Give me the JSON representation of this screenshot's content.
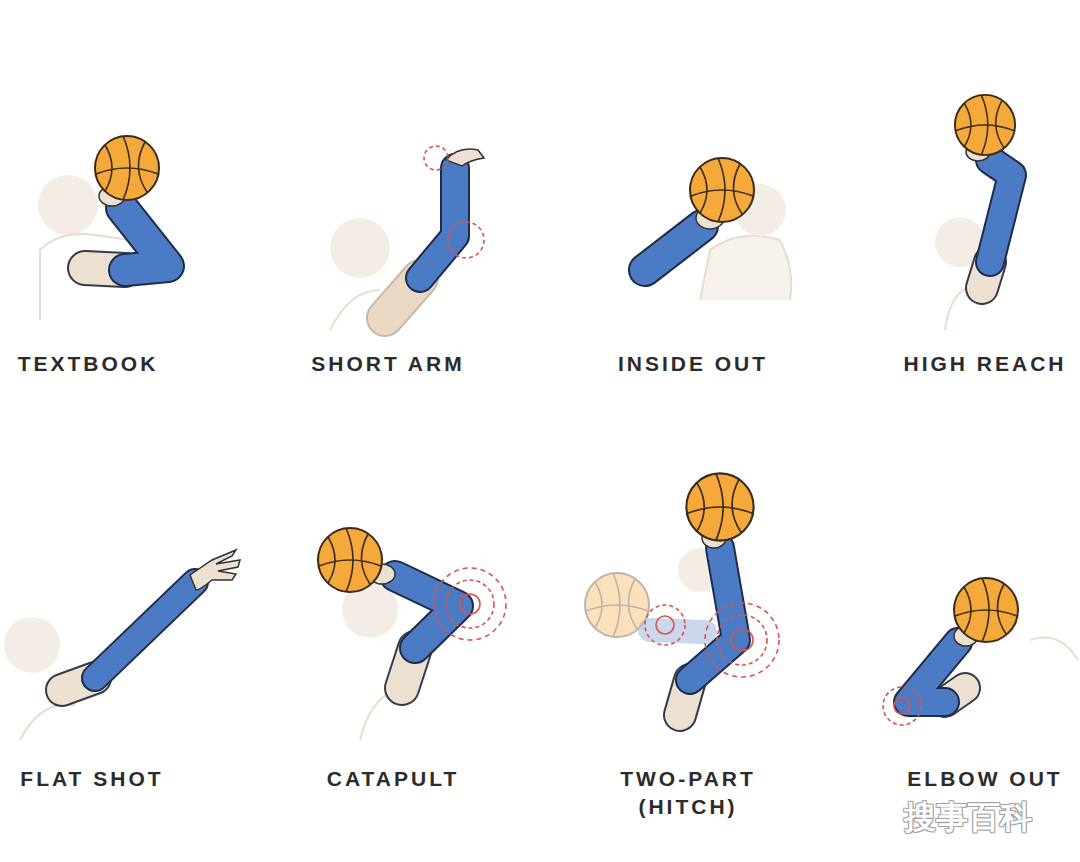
{
  "diagram": {
    "labels": [
      "TEXTBOOK",
      "SHORT ARM",
      "INSIDE OUT",
      "HIGH REACH",
      "FLAT SHOT",
      "CATAPULT",
      "TWO-PART (HITCH)",
      "ELBOW OUT",
      "搜事百科"
    ]
  }
}
